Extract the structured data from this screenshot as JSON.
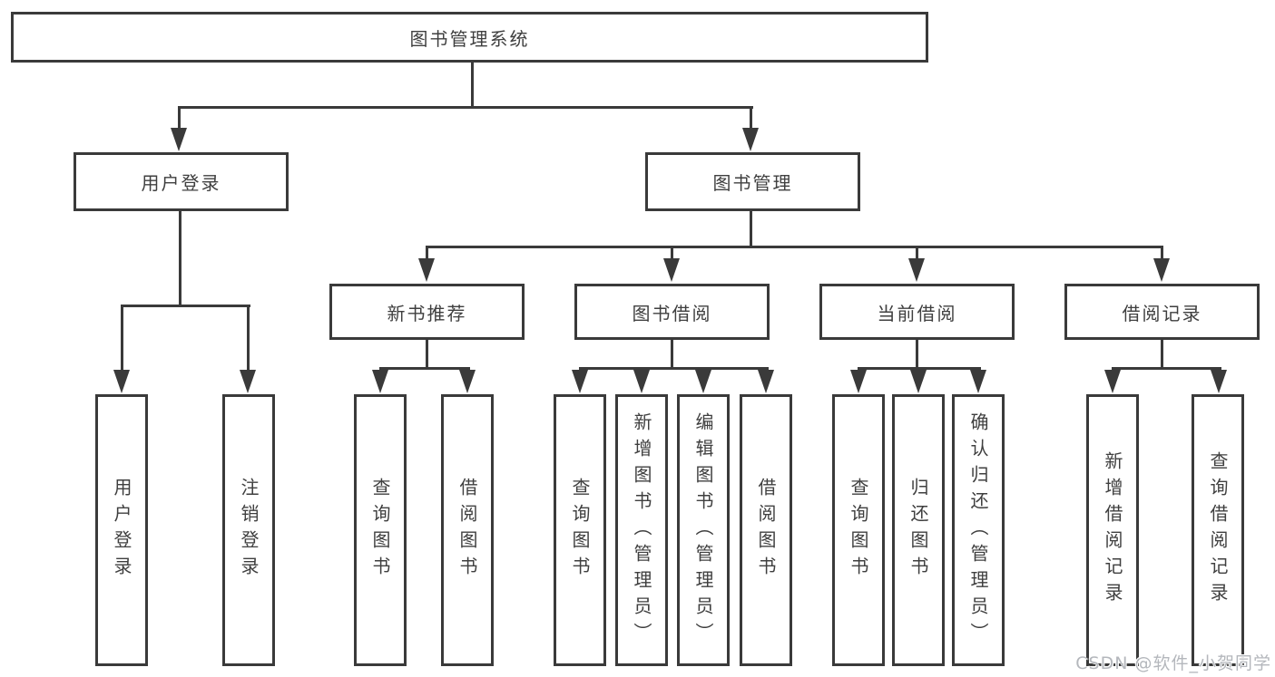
{
  "tree": {
    "root": "图书管理系统",
    "branches": [
      {
        "label": "用户登录",
        "children": [
          {
            "label": "用户登录"
          },
          {
            "label": "注销登录"
          }
        ]
      },
      {
        "label": "图书管理",
        "sections": [
          {
            "label": "新书推荐",
            "children": [
              {
                "label": "查询图书"
              },
              {
                "label": "借阅图书"
              }
            ]
          },
          {
            "label": "图书借阅",
            "children": [
              {
                "label": "查询图书"
              },
              {
                "label": "新增图书（管理员）"
              },
              {
                "label": "编辑图书（管理员）"
              },
              {
                "label": "借阅图书"
              }
            ]
          },
          {
            "label": "当前借阅",
            "children": [
              {
                "label": "查询图书"
              },
              {
                "label": "归还图书"
              },
              {
                "label": "确认归还（管理员）"
              }
            ]
          },
          {
            "label": "借阅记录",
            "children": [
              {
                "label": "新增借阅记录"
              },
              {
                "label": "查询借阅记录"
              }
            ]
          }
        ]
      }
    ]
  },
  "watermark": "CSDN @软件_小贺同学",
  "colors": {
    "line": "#3a3a3a",
    "box_border": "#3a3a3a",
    "text": "#3f3f3f",
    "watermark": "#b4b7bc"
  }
}
